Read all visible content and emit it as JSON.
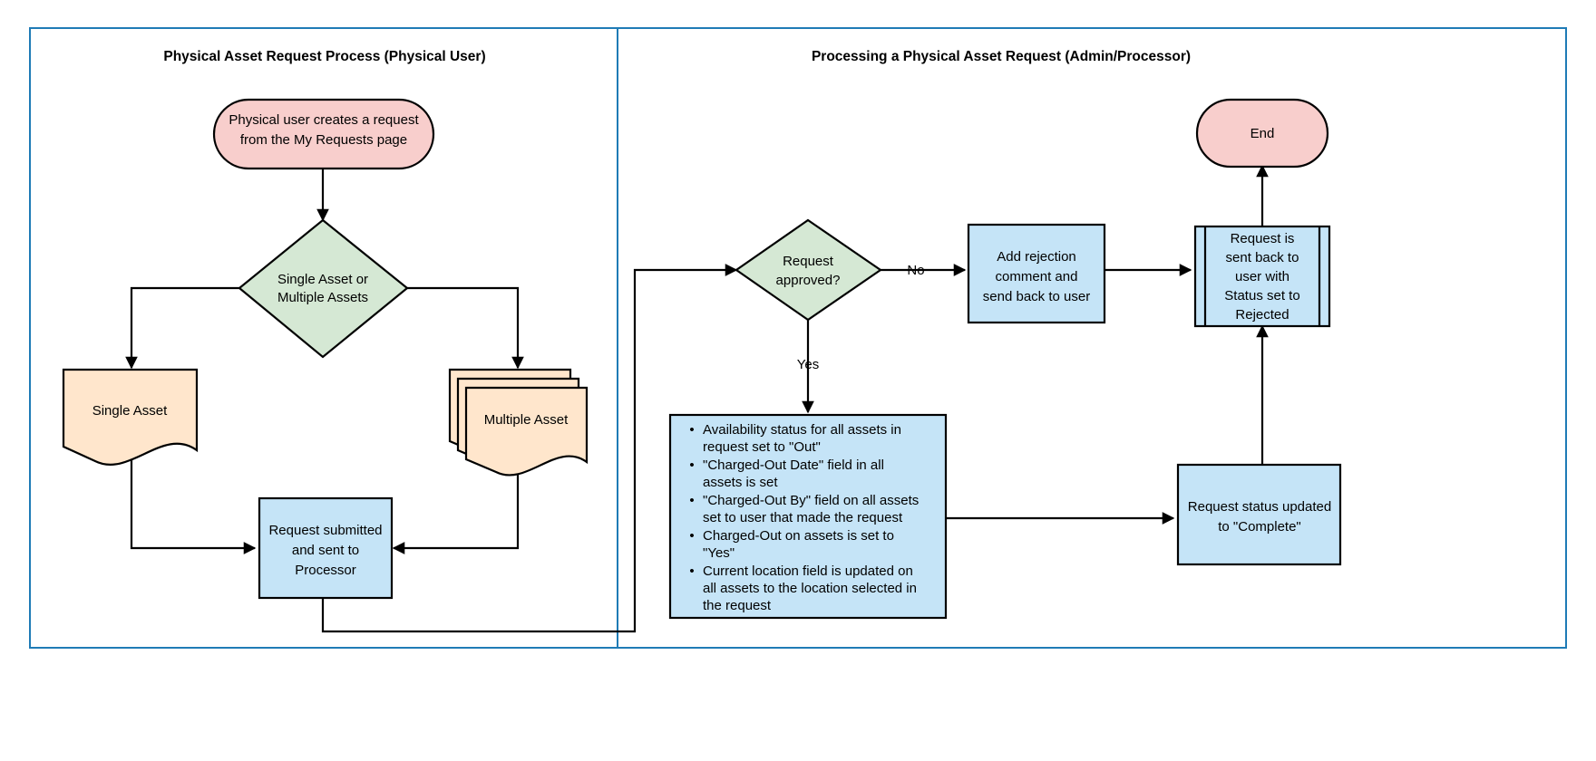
{
  "diagram": {
    "panels": [
      {
        "id": "user-panel",
        "title": "Physical Asset Request Process (Physical User)"
      },
      {
        "id": "admin-panel",
        "title": "Processing a Physical Asset Request (Admin/Processor)"
      }
    ],
    "colors": {
      "panel_border": "#1f7bb6",
      "terminator_fill": "#f8cecc",
      "decision_fill": "#d5e8d4",
      "document_fill": "#ffe6cc",
      "process_fill": "#c5e4f7",
      "stroke": "#000000"
    },
    "nodes": {
      "start": {
        "shape": "terminator",
        "line1": "Physical user creates a request",
        "line2": "from the My Requests page"
      },
      "asset_count_decision": {
        "shape": "decision",
        "line1": "Single Asset or",
        "line2": "Multiple Assets"
      },
      "single_asset": {
        "shape": "document",
        "label": "Single Asset"
      },
      "multiple_asset": {
        "shape": "multi-document",
        "label": "Multiple Asset"
      },
      "request_submitted": {
        "shape": "process",
        "line1": "Request submitted",
        "line2": "and sent to",
        "line3": "Processor"
      },
      "request_approved_decision": {
        "shape": "decision",
        "line1": "Request",
        "line2": "approved?"
      },
      "add_rejection_comment": {
        "shape": "process",
        "line1": "Add rejection",
        "line2": "comment and",
        "line3": "send back to user"
      },
      "sent_back_rejected": {
        "shape": "predefined-process",
        "line1": "Request is",
        "line2": "sent back to",
        "line3": "user with",
        "line4": "Status set to",
        "line5": "Rejected"
      },
      "end": {
        "shape": "terminator",
        "label": "End"
      },
      "asset_updates": {
        "shape": "process",
        "bullets": [
          [
            "Availability status for all assets in",
            "request set to \"Out\""
          ],
          [
            "\"Charged-Out Date\" field in all",
            "assets is set"
          ],
          [
            "\"Charged-Out By\" field on all assets",
            "set to user that made the request"
          ],
          [
            "Charged-Out on assets is set to",
            "\"Yes\""
          ],
          [
            "Current location field is updated on",
            "all assets to the location selected in",
            "the request"
          ]
        ]
      },
      "status_complete": {
        "shape": "process",
        "line1": "Request status updated",
        "line2": "to \"Complete\""
      }
    },
    "edge_labels": {
      "no": "No",
      "yes": "Yes"
    }
  }
}
